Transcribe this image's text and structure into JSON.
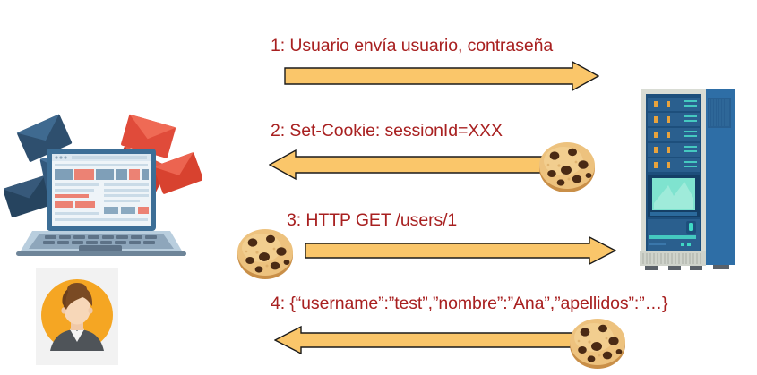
{
  "diagram": {
    "title": "Cookie-based session exchange between browser and server",
    "palette": {
      "background": "#ffffff",
      "label_text": "#a82020",
      "arrow_fill": "#fac66a",
      "arrow_stroke": "#1a1a1a",
      "server_blue": "#2e6ea6",
      "server_dark": "#1d4f7c",
      "screen_teal": "#7fe3cf",
      "led_orange": "#e8a33d",
      "laptop_blue": "#3c6e96",
      "laptop_body": "#a8c2d6",
      "envelope_dark": "#2e4f6e",
      "envelope_red": "#e04b3a",
      "avatar_circle": "#f5a623",
      "avatar_bg": "#f2f2f2",
      "cookie_dough": "#e8b465",
      "cookie_chip": "#4a2a14"
    },
    "actors": {
      "client": {
        "name": "client-laptop",
        "label": "",
        "icon": "laptop-with-envelopes-icon"
      },
      "user": {
        "name": "user-avatar",
        "label": "",
        "icon": "person-avatar-icon"
      },
      "server": {
        "name": "server-rack",
        "label": "",
        "icon": "server-rack-icon"
      }
    },
    "messages": [
      {
        "step": "1",
        "label": "1: Usuario envía usuario, contraseña",
        "direction": "right",
        "has_cookie": false,
        "cookie_side": ""
      },
      {
        "step": "2",
        "label": "2: Set-Cookie: sessionId=XXX",
        "direction": "left",
        "has_cookie": true,
        "cookie_side": "right"
      },
      {
        "step": "3",
        "label": "3: HTTP GET /users/1",
        "direction": "right",
        "has_cookie": true,
        "cookie_side": "left"
      },
      {
        "step": "4",
        "label": "4: {“username”:”test”,”nombre”:”Ana”,”apellidos”:”…}",
        "direction": "left",
        "has_cookie": true,
        "cookie_side": "right"
      }
    ]
  }
}
